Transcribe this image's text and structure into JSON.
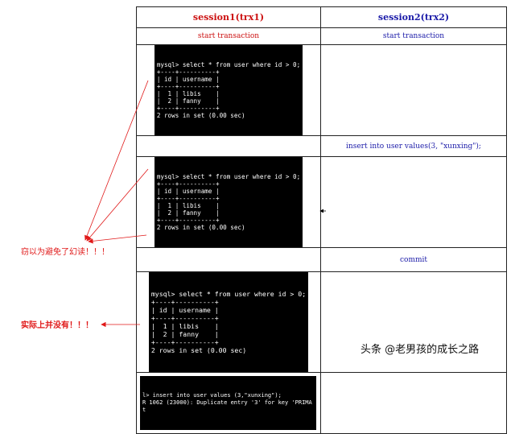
{
  "header": {
    "session1": "session1(trx1)",
    "session2": "session2(trx2)"
  },
  "rows": {
    "start_trx1": "start transaction",
    "start_trx2": "start transaction",
    "insert_trx2": "insert into user values(3, \"xunxing\");",
    "commit_trx2": "commit"
  },
  "terminal": [
    "mysql> select * from user where id > 0;",
    "+----+----------+",
    "| id | username |",
    "+----+----------+",
    "|  1 | libis    |",
    "|  2 | fanny    |",
    "+----+----------+",
    "2 rows in set (0.00 sec)"
  ],
  "terminal_error": [
    "l> insert into user values (3,\"xunxing\");",
    "R 1062 (23000): Duplicate entry '3' for key 'PRIMA",
    "t"
  ],
  "annotations": {
    "thought_avoided": "窃以为避免了幻读！！！",
    "actually_not": "实际上并没有！！！"
  },
  "watermark": "头条 @老男孩的成长之路",
  "colors": {
    "red": "#cc1111",
    "blue": "#1a1aa8"
  }
}
